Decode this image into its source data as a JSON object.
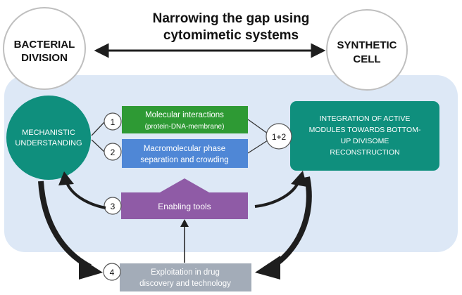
{
  "header": {
    "title_line1": "Narrowing the gap using",
    "title_line2": "cytomimetic systems"
  },
  "left_circle": {
    "line1": "BACTERIAL",
    "line2": "DIVISION"
  },
  "right_circle": {
    "line1": "SYNTHETIC",
    "line2": "CELL"
  },
  "mechanistic": {
    "line1": "MECHANISTIC",
    "line2": "UNDERSTANDING"
  },
  "integration": {
    "line1": "INTEGRATION OF ACTIVE",
    "line2": "MODULES TOWARDS BOTTOM-",
    "line3": "UP DIVISOME",
    "line4": "RECONSTRUCTION"
  },
  "steps": {
    "s1": {
      "num": "1",
      "line1": "Molecular interactions",
      "line2": "(protein-DNA-membrane)",
      "color": "#2e9a34"
    },
    "s2": {
      "num": "2",
      "line1": "Macromolecular phase",
      "line2": "separation and crowding",
      "color": "#4f87d6"
    },
    "s12": {
      "num": "1+2"
    },
    "s3": {
      "num": "3",
      "label": "Enabling tools",
      "color": "#8f5ba6"
    },
    "s4": {
      "num": "4",
      "line1": "Exploitation in drug",
      "line2": "discovery and technology",
      "color": "#a3acb8"
    }
  },
  "colors": {
    "teal": "#0f8f7d",
    "panel": "#dde8f6",
    "arrow": "#1e1e1e"
  }
}
